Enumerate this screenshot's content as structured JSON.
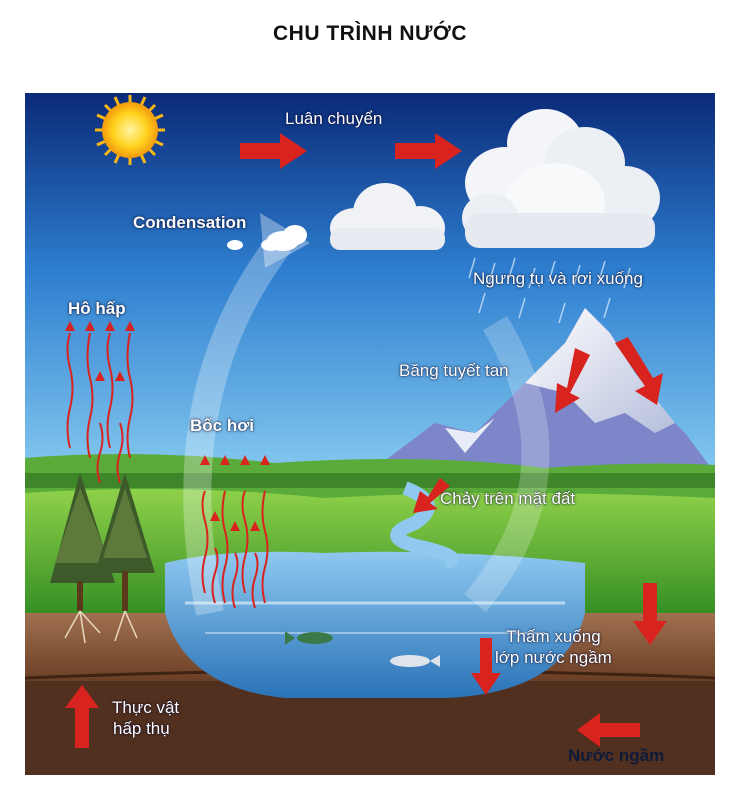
{
  "title": "CHU TRÌNH NƯỚC",
  "labels": {
    "transport": "Luân chuyển",
    "condensation": "Condensation",
    "precipitation": "Ngưng tụ và rơi xuống",
    "respiration": "Hô hấp",
    "snowmelt": "Băng tuyết tan",
    "evaporation": "Bốc hơi",
    "runoff": "Chảy trên mặt đất",
    "infiltration_line1": "Thấm xuống",
    "infiltration_line2": "lớp nước ngầm",
    "plant_uptake_line1": "Thực vật",
    "plant_uptake_line2": "hấp thụ",
    "groundwater": "Nước ngầm"
  },
  "colors": {
    "sky_top": "#0a2a78",
    "sky_bottom": "#5fb2e6",
    "arrow_red": "#d8231e",
    "water": "#3a8fd0",
    "grass": "#3d9a2a",
    "soil": "#7a4a2c",
    "deep_soil": "#4e2a1a",
    "sun": "#ffd21f"
  },
  "icons": [
    "sun-icon",
    "cloud-icon",
    "mountain-icon",
    "tree-icon",
    "fish-icon",
    "arrow-icon"
  ]
}
